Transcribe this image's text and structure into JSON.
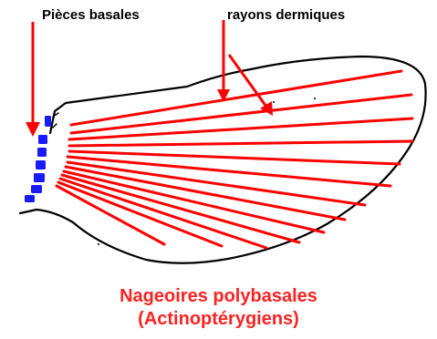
{
  "labels": {
    "basal": "Pièces basales",
    "rays": "rayons dermiques"
  },
  "caption": {
    "line1": "Nageoires polybasales",
    "line2": "(Actinoptérygiens)"
  },
  "colors": {
    "rays": "#ff0000",
    "arrows": "#ff0000",
    "basal_pieces": "#1a1aff",
    "outline": "#000000",
    "caption": "#ff2222"
  },
  "structure": {
    "ray_count": 13,
    "basal_piece_count": 7
  }
}
